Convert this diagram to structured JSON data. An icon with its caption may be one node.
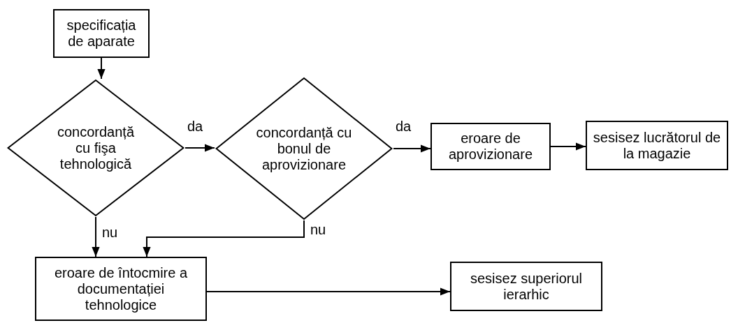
{
  "diagram": {
    "nodes": [
      {
        "text": [
          "specificația de aparate"
        ]
      },
      {
        "text": [
          "concordanță cu fişa tehnologică"
        ]
      },
      {
        "text": [
          "concordanță cu bonul de aprovizionare"
        ]
      },
      {
        "text": [
          "eroare de aprovizionare"
        ]
      },
      {
        "text": [
          "sesisez lucrătorul de la magazie"
        ]
      },
      {
        "text": [
          "eroare de întocmire a documentației tehnologice"
        ]
      },
      {
        "text": [
          "sesisez superiorul ierarhic"
        ]
      }
    ],
    "edges": [
      {
        "from": 0,
        "to": 1,
        "arrow": "to"
      },
      {
        "from": 1,
        "to": 2,
        "arrow": "to",
        "label": "da"
      },
      {
        "from": 2,
        "to": 3,
        "arrow": "to",
        "label": "da"
      },
      {
        "from": 3,
        "to": 4,
        "arrow": "to"
      },
      {
        "from": 1,
        "to": 5,
        "arrow": "to",
        "label": "nu"
      },
      {
        "from": 2,
        "to": 5,
        "arrow": "to",
        "label": "nu"
      },
      {
        "from": 5,
        "to": 6,
        "arrow": "to"
      }
    ]
  }
}
